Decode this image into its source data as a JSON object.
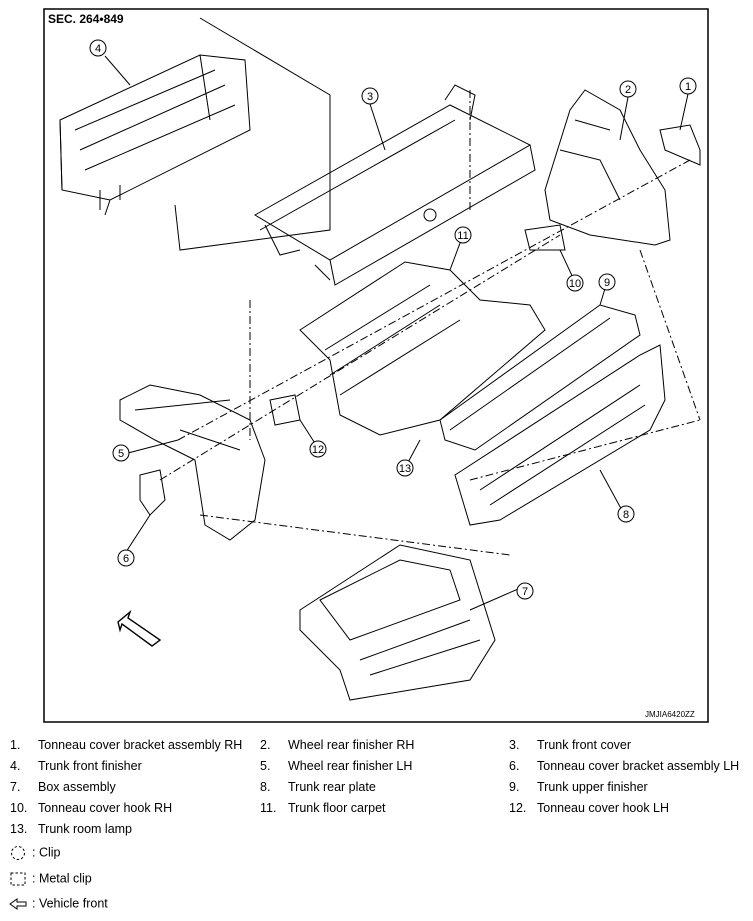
{
  "diagram": {
    "section_label": "SEC. 264•849",
    "figure_code": "JMJIA6420ZZ",
    "callouts": [
      {
        "n": "1",
        "label_ref": "Tonneau cover bracket assembly RH"
      },
      {
        "n": "2",
        "label_ref": "Wheel rear finisher RH"
      },
      {
        "n": "3",
        "label_ref": "Trunk front cover"
      },
      {
        "n": "4",
        "label_ref": "Trunk front finisher"
      },
      {
        "n": "5",
        "label_ref": "Wheel rear finisher LH"
      },
      {
        "n": "6",
        "label_ref": "Tonneau cover bracket assembly LH"
      },
      {
        "n": "7",
        "label_ref": "Box assembly"
      },
      {
        "n": "8",
        "label_ref": "Trunk rear plate"
      },
      {
        "n": "9",
        "label_ref": "Trunk upper finisher"
      },
      {
        "n": "10",
        "label_ref": "Tonneau cover hook RH"
      },
      {
        "n": "11",
        "label_ref": "Trunk floor carpet"
      },
      {
        "n": "12",
        "label_ref": "Tonneau cover hook LH"
      },
      {
        "n": "13",
        "label_ref": "Trunk room lamp"
      }
    ]
  },
  "parts_legend": [
    {
      "num": "1.",
      "label": "Tonneau cover bracket assembly RH"
    },
    {
      "num": "2.",
      "label": "Wheel rear finisher RH"
    },
    {
      "num": "3.",
      "label": "Trunk front cover"
    },
    {
      "num": "4.",
      "label": "Trunk front finisher"
    },
    {
      "num": "5.",
      "label": "Wheel rear finisher LH"
    },
    {
      "num": "6.",
      "label": "Tonneau cover bracket assembly LH"
    },
    {
      "num": "7.",
      "label": "Box assembly"
    },
    {
      "num": "8.",
      "label": "Trunk rear plate"
    },
    {
      "num": "9.",
      "label": "Trunk upper finisher"
    },
    {
      "num": "10.",
      "label": "Tonneau cover hook RH"
    },
    {
      "num": "11.",
      "label": "Trunk floor carpet"
    },
    {
      "num": "12.",
      "label": "Tonneau cover hook LH"
    },
    {
      "num": "13.",
      "label": "Trunk room lamp"
    }
  ],
  "symbols": [
    {
      "icon": "clip-icon",
      "text": ": Clip"
    },
    {
      "icon": "metal-clip-icon",
      "text": ": Metal clip"
    },
    {
      "icon": "vehicle-front-arrow-icon",
      "text": ": Vehicle front"
    }
  ]
}
